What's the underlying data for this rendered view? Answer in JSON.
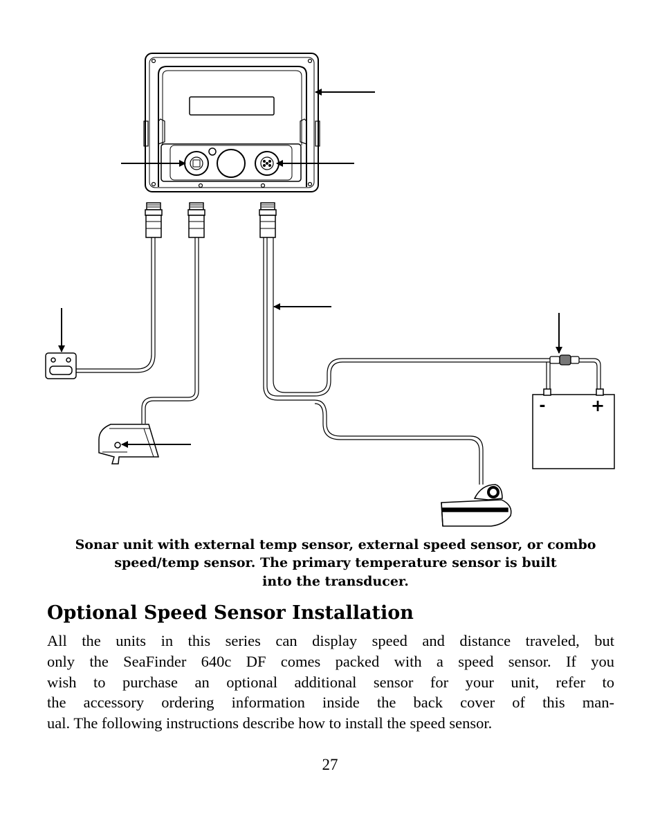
{
  "figure": {
    "caption_lines": [
      "Sonar unit with external temp sensor, external speed sensor, or combo",
      "speed/temp sensor. The primary temperature sensor is built",
      "into the transducer."
    ],
    "battery_minus_label": "-",
    "battery_plus_label": "+"
  },
  "section": {
    "heading": "Optional Speed Sensor Installation",
    "paragraph_lines": [
      "All the units in this series can display speed and distance traveled, but",
      "only the SeaFinder 640c DF comes packed with a speed sensor. If you",
      "wish to purchase an optional additional sensor for your unit, refer to",
      "the accessory ordering information inside the back cover of this man-",
      "ual. The following instructions describe how to install the speed sensor."
    ]
  },
  "page_number": "27"
}
